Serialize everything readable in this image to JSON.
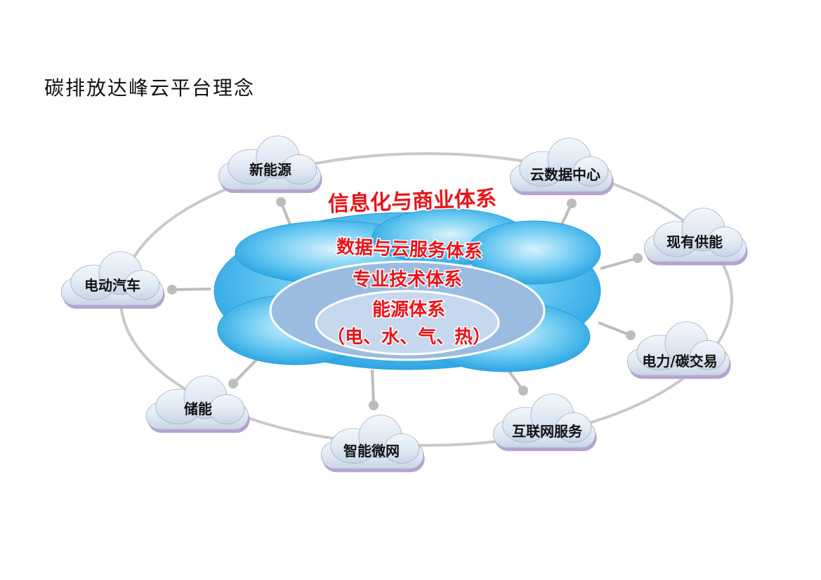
{
  "title": "碳排放达峰云平台理念",
  "colors": {
    "text_red": "#e8141a",
    "cloud_blue": "#3fb2e8",
    "node_fill": "#e3ecf5",
    "node_shadow": "#b7a2d1",
    "ring_gray": "#c9c9c9",
    "inner_ellipse": "#9bbce0",
    "core_ellipse": "#c6d8ee"
  },
  "layers": {
    "outer": "信息化与商业体系",
    "data_cloud": "数据与云服务体系",
    "professional": "专业技术体系",
    "energy": "能源体系",
    "energy_detail": "（电、水、气、热）"
  },
  "nodes": {
    "new_energy": "新能源",
    "cloud_data_center": "云数据中心",
    "existing_supply": "现有供能",
    "power_carbon_trade": "电力/碳交易",
    "internet_service": "互联网服务",
    "smart_microgrid": "智能微网",
    "storage": "储能",
    "electric_vehicle": "电动汽车"
  }
}
